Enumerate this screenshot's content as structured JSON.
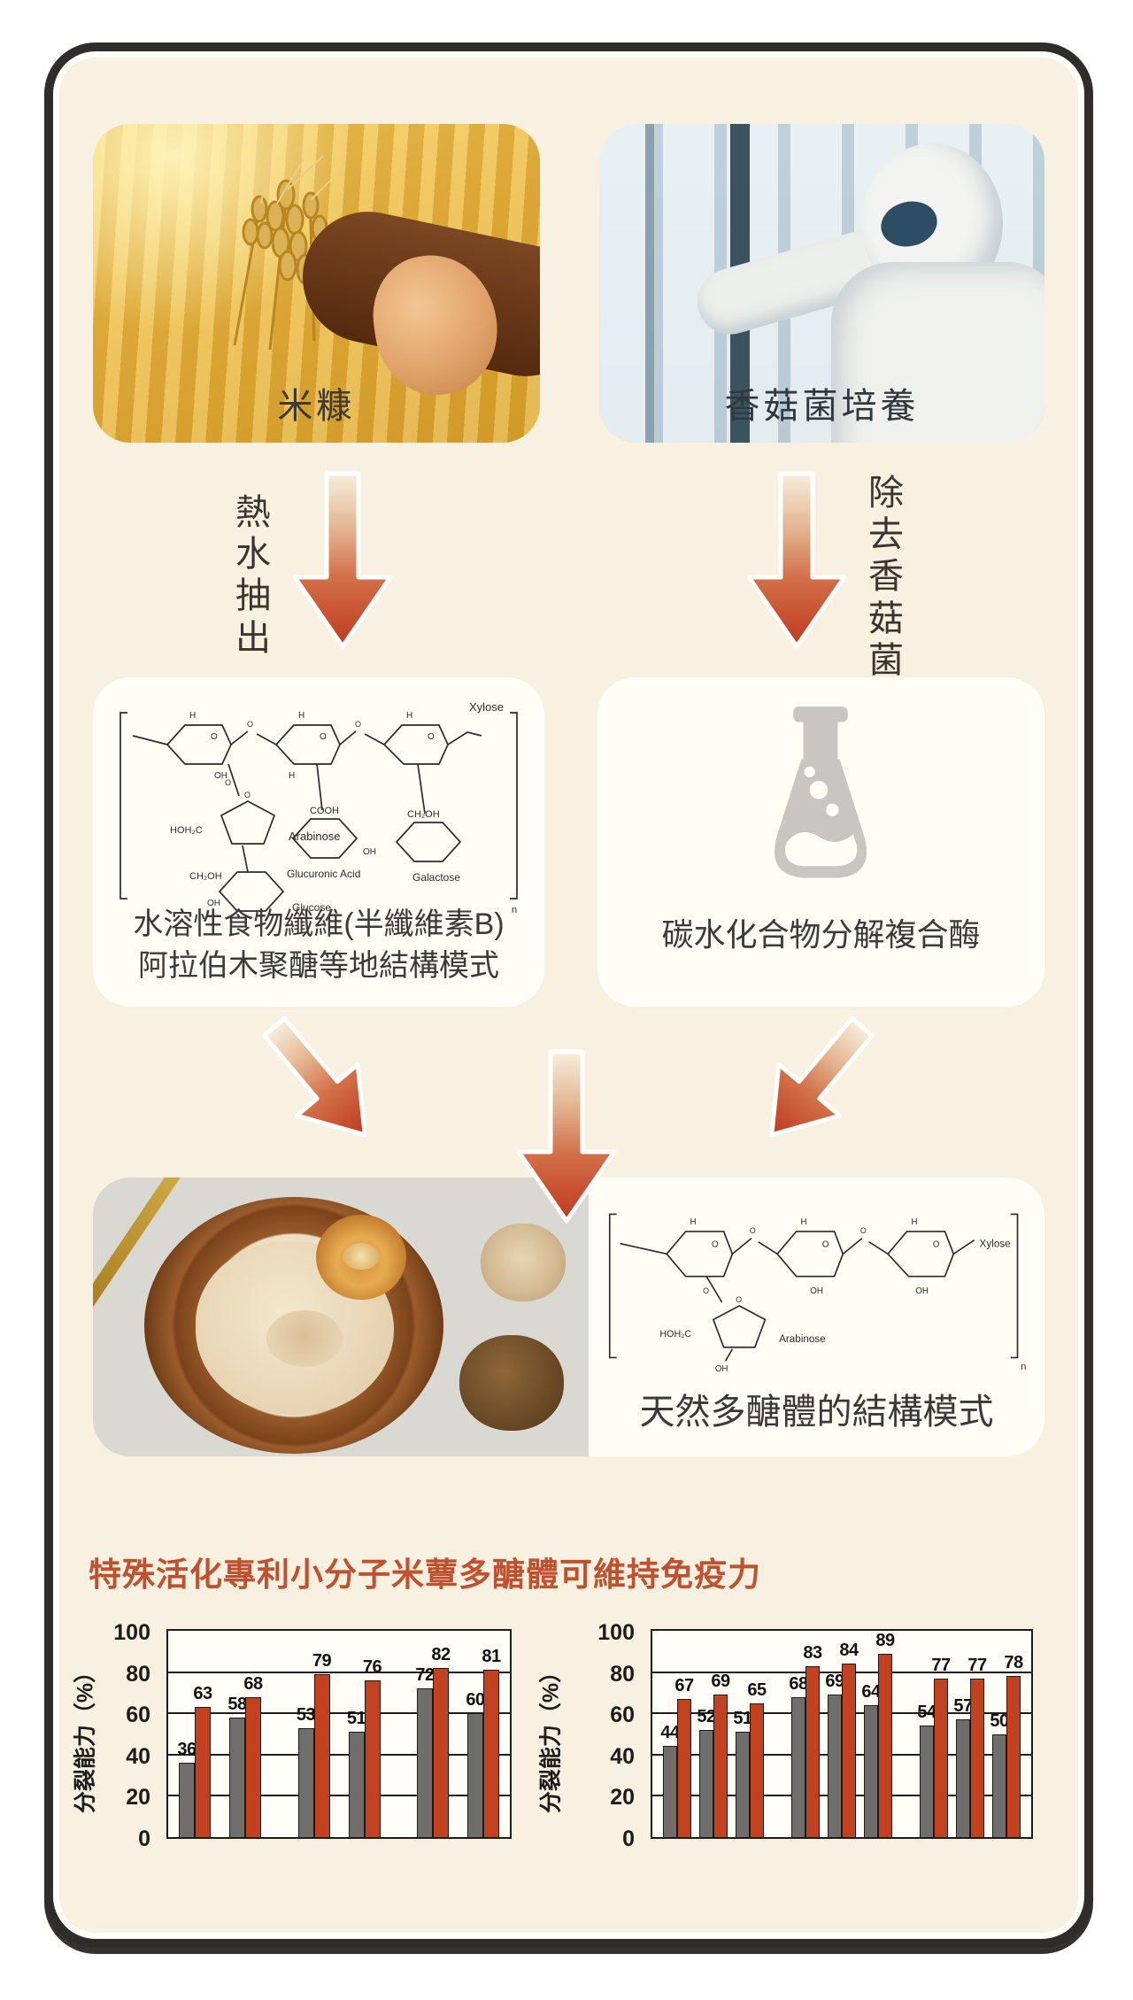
{
  "colors": {
    "card_background": "#f8f0e0",
    "card_border": "#2e2d2b",
    "panel_background": "#fffdf6",
    "accent_red": "#c0391d",
    "heading_red": "#c0512e",
    "bar_gray": "#6f6e6c",
    "bar_red": "#c2411f"
  },
  "top_photos": {
    "left_label": "米糠",
    "right_label": "香菇菌培養"
  },
  "process_arrows": {
    "left_text": "熱水抽出",
    "right_text": "除去香菇菌"
  },
  "panels": {
    "left": {
      "caption_line1": "水溶性食物纖維(半纖維素B)",
      "caption_line2": "阿拉伯木聚醣等地結構模式"
    },
    "right": {
      "caption": "碳水化合物分解複合酶"
    }
  },
  "result_panel": {
    "caption": "天然多醣體的結構模式"
  },
  "chem": {
    "xylose": "Xylose",
    "arabinose": "Arabinose",
    "glucuronic": "Glucuronic Acid",
    "galactose": "Galactose",
    "glucose": "Glucose",
    "hoh2c": "HOH₂C",
    "cooh": "COOH",
    "ch2oh": "CH₂OH",
    "oh": "OH",
    "h": "H",
    "o": "O",
    "n": "n"
  },
  "section_title": "特殊活化專利小分子米蕈多醣體可維持免疫力",
  "chart_data": [
    {
      "type": "bar",
      "ylabel": "分裂能力（%）",
      "ylim": [
        0,
        100
      ],
      "yticks": [
        0,
        20,
        40,
        60,
        80,
        100
      ],
      "grid": true,
      "legend": "none",
      "bar_colors": {
        "gray": "#6f6e6c",
        "red": "#c2411f"
      },
      "series_note": "pairs are [gray, red] bars; groups of pairs",
      "groups": [
        [
          [
            36,
            63
          ],
          [
            58,
            68
          ]
        ],
        [
          [
            53,
            79
          ],
          [
            51,
            76
          ]
        ],
        [
          [
            72,
            82
          ],
          [
            60,
            81
          ]
        ]
      ]
    },
    {
      "type": "bar",
      "ylabel": "分裂能力（%）",
      "ylim": [
        0,
        100
      ],
      "yticks": [
        0,
        20,
        40,
        60,
        80,
        100
      ],
      "grid": true,
      "legend": "none",
      "bar_colors": {
        "gray": "#6f6e6c",
        "red": "#c2411f"
      },
      "series_note": "pairs are [gray, red] bars; groups of pairs",
      "groups": [
        [
          [
            44,
            67
          ],
          [
            52,
            69
          ],
          [
            51,
            65
          ]
        ],
        [
          [
            68,
            83
          ],
          [
            69,
            84
          ],
          [
            64,
            89
          ]
        ],
        [
          [
            54,
            77
          ],
          [
            57,
            77
          ],
          [
            50,
            78
          ]
        ]
      ]
    }
  ]
}
